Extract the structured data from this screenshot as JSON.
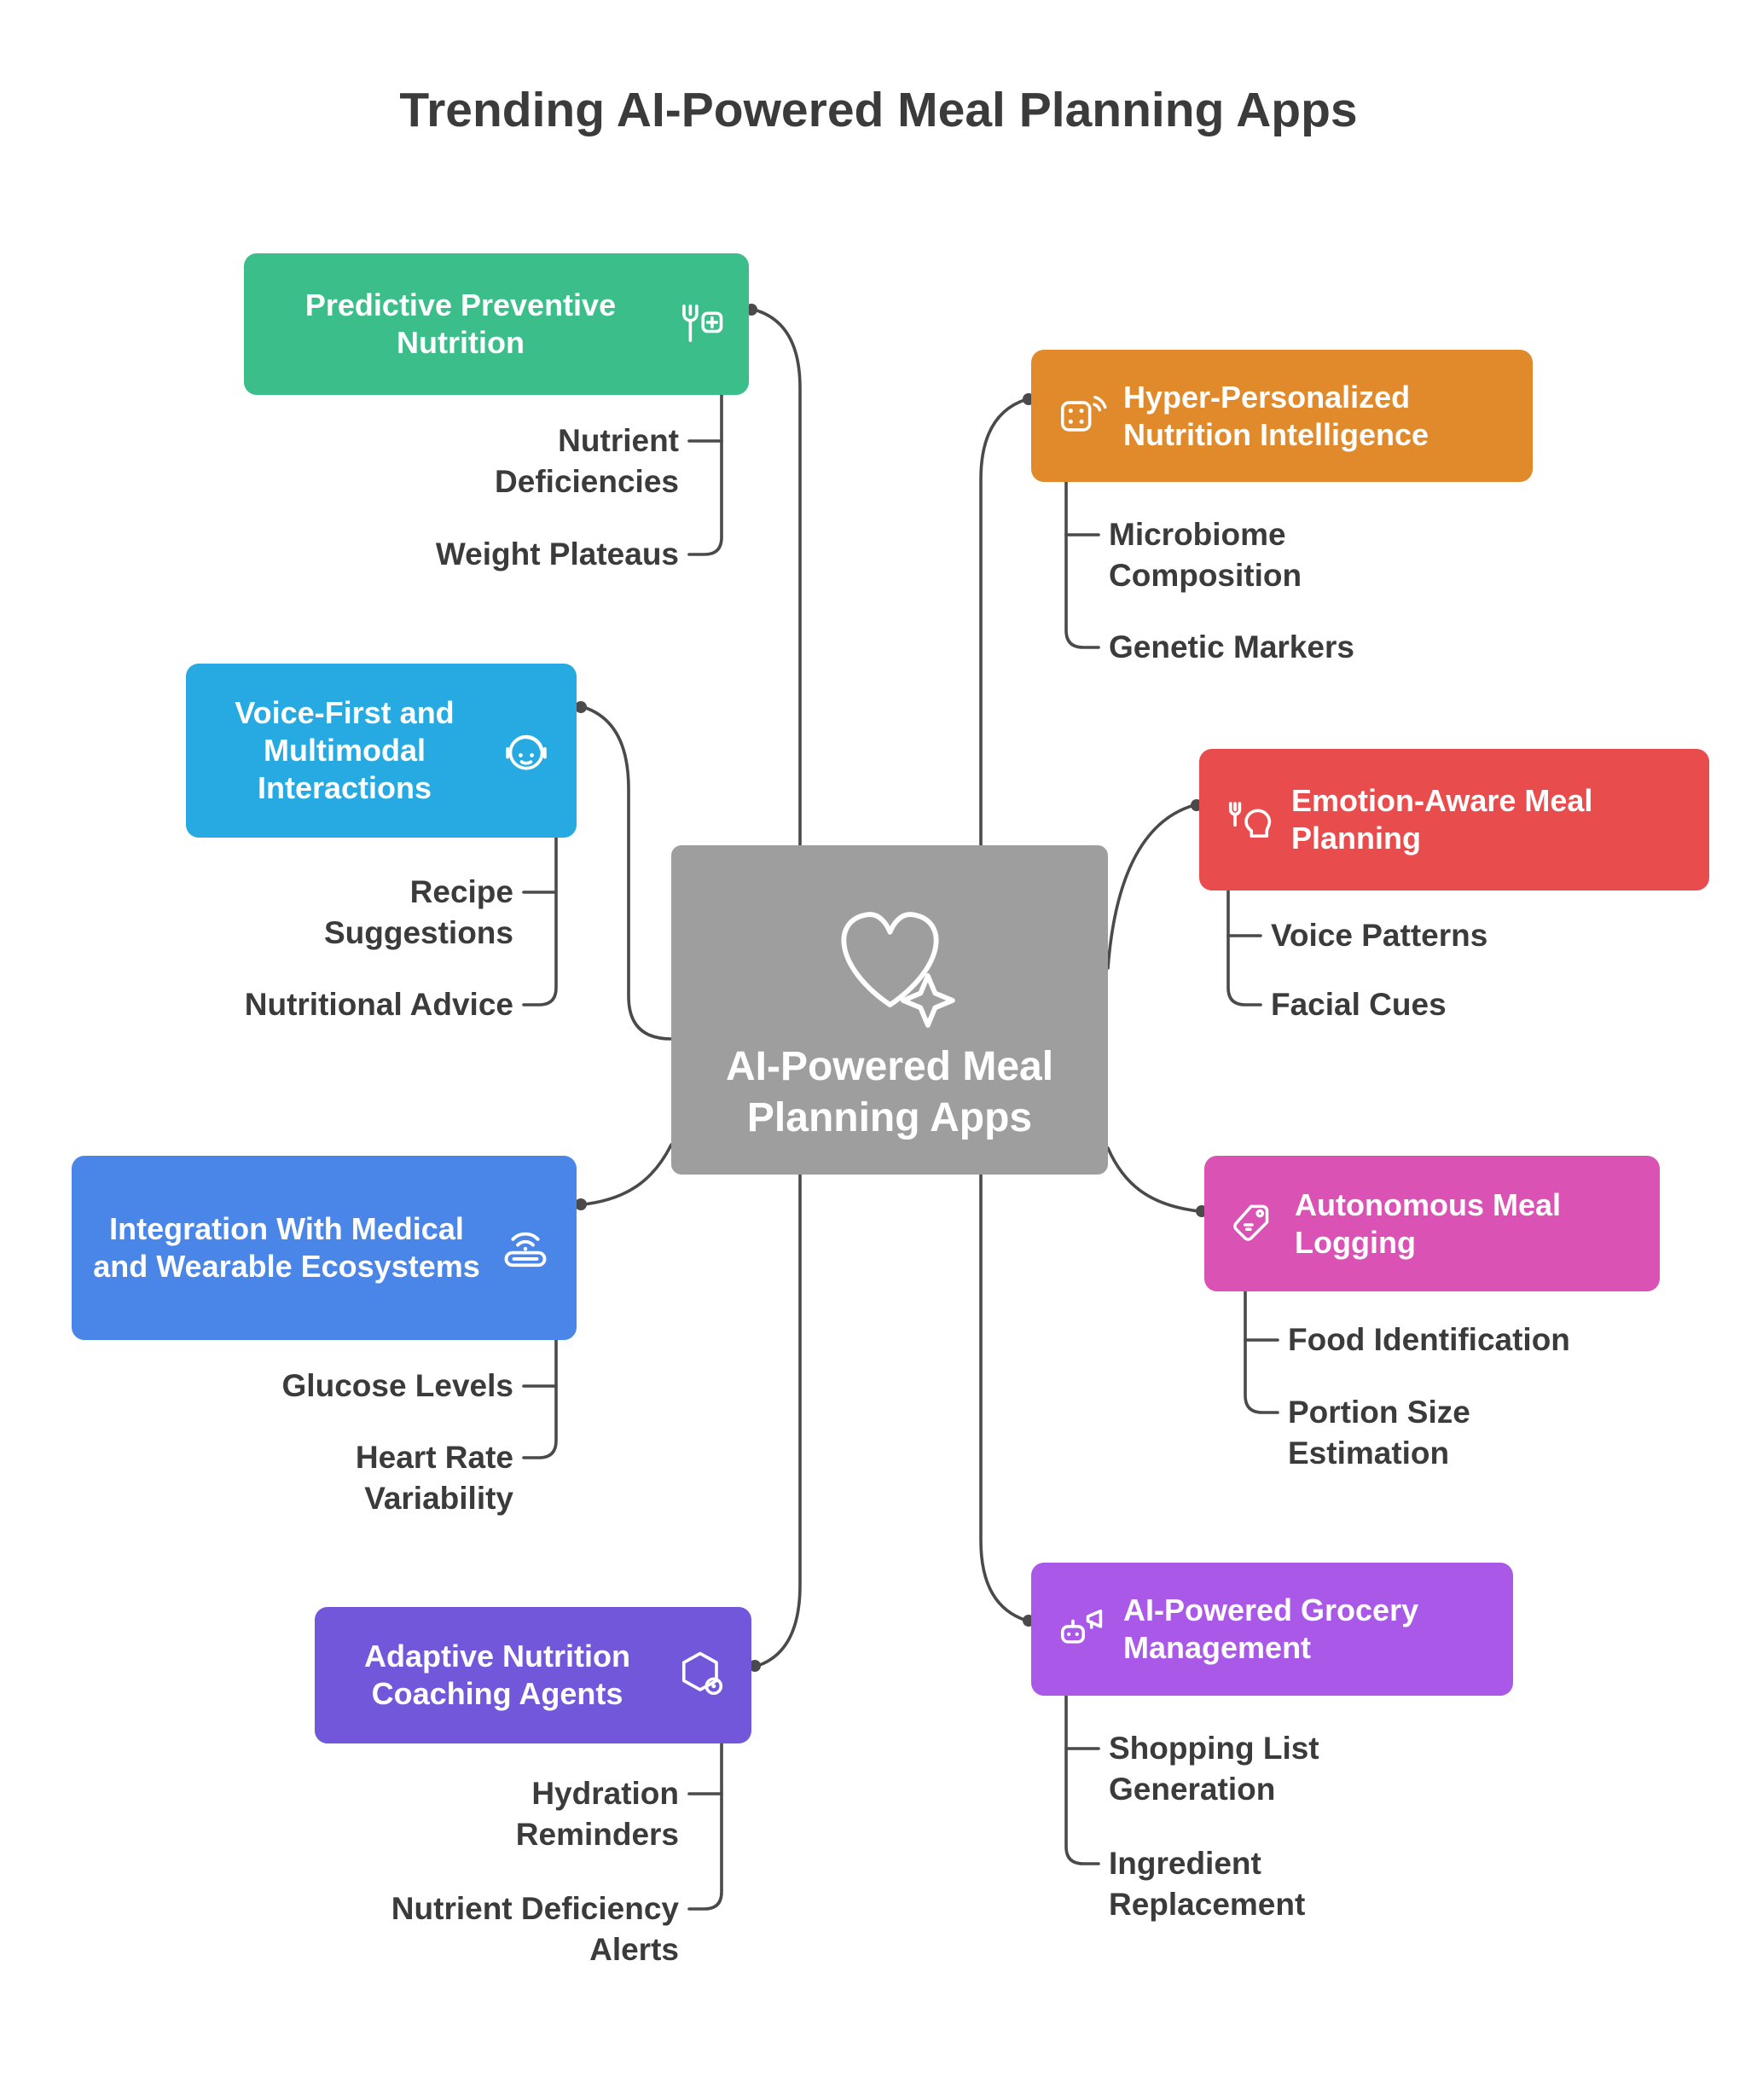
{
  "title": "Trending AI-Powered Meal Planning Apps",
  "connector_color": "#4a4a4a",
  "center": {
    "label": "AI-Powered Meal Planning Apps",
    "color": "#9e9e9e",
    "icon": "heart-sparkle-icon"
  },
  "branches": [
    {
      "id": "predictive-preventive-nutrition",
      "label": "Predictive Preventive Nutrition",
      "color": "#3cbe8b",
      "icon": "fork-plus-icon",
      "children": [
        "Nutrient Deficiencies",
        "Weight Plateaus"
      ]
    },
    {
      "id": "voice-first-multimodal-interactions",
      "label": "Voice-First and Multimodal Interactions",
      "color": "#27aae1",
      "icon": "voice-assistant-face-icon",
      "children": [
        "Recipe Suggestions",
        "Nutritional Advice"
      ]
    },
    {
      "id": "integration-medical-wearable-ecosystems",
      "label": "Integration With Medical and Wearable Ecosystems",
      "color": "#4a86e8",
      "icon": "wearable-band-icon",
      "children": [
        "Glucose Levels",
        "Heart Rate Variability"
      ]
    },
    {
      "id": "adaptive-nutrition-coaching-agents",
      "label": "Adaptive Nutrition Coaching Agents",
      "color": "#7257db",
      "icon": "hexagon-agent-icon",
      "children": [
        "Hydration Reminders",
        "Nutrient Deficiency Alerts"
      ]
    },
    {
      "id": "hyper-personalized-nutrition-intelligence",
      "label": "Hyper-Personalized Nutrition Intelligence",
      "color": "#e08a2c",
      "icon": "dice-signal-icon",
      "children": [
        "Microbiome Composition",
        "Genetic Markers"
      ]
    },
    {
      "id": "emotion-aware-meal-planning",
      "label": "Emotion-Aware Meal Planning",
      "color": "#e94c4c",
      "icon": "fork-head-icon",
      "children": [
        "Voice Patterns",
        "Facial Cues"
      ]
    },
    {
      "id": "autonomous-meal-logging",
      "label": "Autonomous Meal Logging",
      "color": "#da52b4",
      "icon": "smart-tag-icon",
      "children": [
        "Food Identification",
        "Portion Size Estimation"
      ]
    },
    {
      "id": "ai-powered-grocery-management",
      "label": "AI-Powered Grocery Management",
      "color": "#a958e8",
      "icon": "robot-megaphone-icon",
      "children": [
        "Shopping List Generation",
        "Ingredient Replacement"
      ]
    }
  ]
}
